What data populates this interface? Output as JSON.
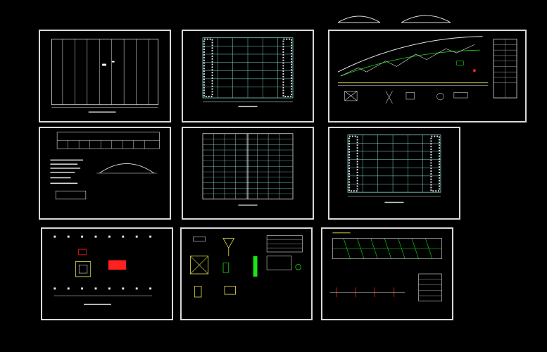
{
  "colors": {
    "background": "#000000",
    "frame": "#d8d8d8",
    "grid_cyan": "#7fe3d9",
    "grid_white": "#e6e6e6",
    "accent_green": "#19e619",
    "accent_red": "#ff2020",
    "accent_yellow": "#e8e84a"
  },
  "sheets": [
    {
      "id": "s1",
      "kind": "plan-columns"
    },
    {
      "id": "s2",
      "kind": "roof-grid"
    },
    {
      "id": "s3",
      "kind": "truss-elevation"
    },
    {
      "id": "s4",
      "kind": "elevation-notes"
    },
    {
      "id": "s5",
      "kind": "roof-grid-dense"
    },
    {
      "id": "s6",
      "kind": "roof-grid"
    },
    {
      "id": "s7",
      "kind": "foundation-plan"
    },
    {
      "id": "s8",
      "kind": "details"
    },
    {
      "id": "s9",
      "kind": "purlin-detail"
    }
  ]
}
